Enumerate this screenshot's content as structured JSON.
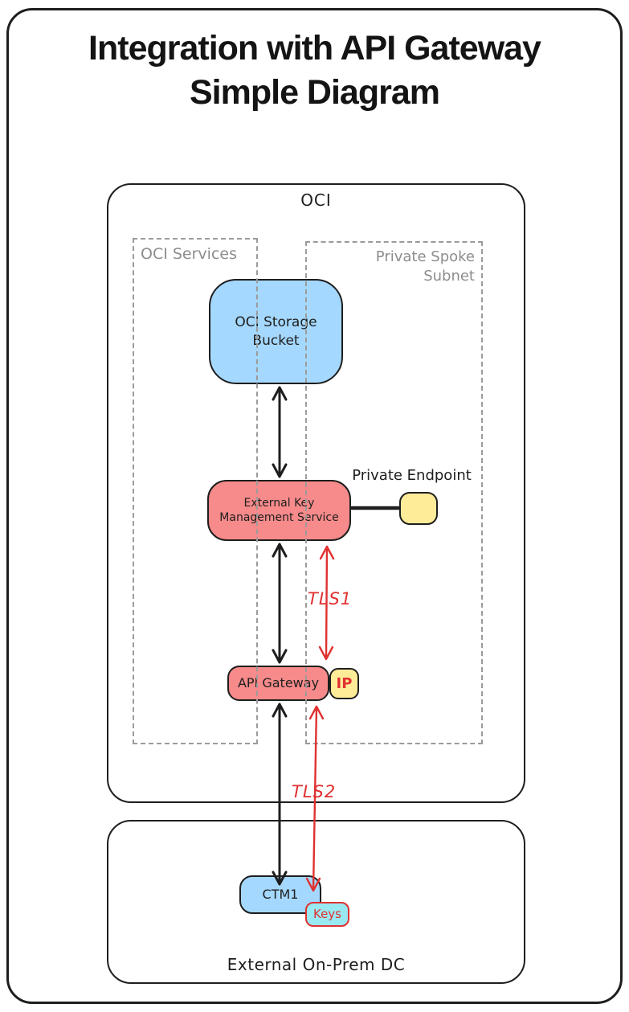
{
  "title": {
    "lines": [
      "Integration with API Gateway",
      "Simple Diagram"
    ]
  },
  "containers": {
    "oci": {
      "label": "OCI"
    },
    "oci_services": {
      "label": "OCI Services"
    },
    "private_spoke_subnet": {
      "label": "Private Spoke Subnet"
    },
    "external_on_prem_dc": {
      "label": "External On-Prem DC"
    }
  },
  "nodes": {
    "oci_storage_bucket": {
      "label": "OCI Storage Bucket",
      "fill": "#a5d8ff"
    },
    "external_key_management_service": {
      "label": "External Key Management Service",
      "fill": "#f78a8a"
    },
    "private_endpoint": {
      "label": "Private Endpoint",
      "fill": "#ffec99"
    },
    "api_gateway": {
      "label": "API Gateway",
      "fill": "#f78a8a"
    },
    "ip": {
      "label": "IP",
      "fill": "#ffec99",
      "text_color": "#e03131"
    },
    "ctm1": {
      "label": "CTM1",
      "fill": "#a5d8ff"
    },
    "keys": {
      "label": "Keys",
      "fill": "#99e9f2",
      "border_color": "#e03131",
      "text_color": "#e03131"
    }
  },
  "edges": {
    "storage_to_ekms": {
      "type": "double-arrow",
      "color": "#1e1e1e"
    },
    "ekms_to_api_gateway": {
      "type": "double-arrow",
      "color": "#1e1e1e"
    },
    "api_gateway_to_ctm1": {
      "type": "double-arrow",
      "color": "#1e1e1e"
    },
    "ekms_to_private_endpoint": {
      "type": "line",
      "color": "#1e1e1e"
    },
    "tls1": {
      "label": "TLS1",
      "type": "double-arrow",
      "color": "#e03131"
    },
    "tls2": {
      "label": "TLS2",
      "type": "double-arrow",
      "color": "#e03131"
    }
  },
  "colors": {
    "stroke": "#1e1e1e",
    "accent_red": "#e03131",
    "dashed_gray": "#9b9b9b",
    "label_gray": "#8d8d8d",
    "blue_fill": "#a5d8ff",
    "red_fill": "#f78a8a",
    "yellow_fill": "#ffec99",
    "cyan_fill": "#99e9f2",
    "background": "#ffffff"
  }
}
